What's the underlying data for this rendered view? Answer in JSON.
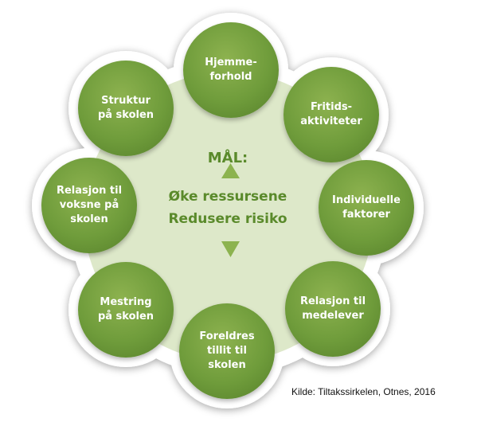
{
  "center": {
    "heading": "MÅL:",
    "line1": "Øke ressursene",
    "line2": "Redusere risiko"
  },
  "nodes": [
    {
      "id": "hjemmeforhold",
      "label": "Hjemme-\nforhold"
    },
    {
      "id": "fritidsaktiviteter",
      "label": "Fritids-\naktiviteter"
    },
    {
      "id": "individuelle-faktorer",
      "label": "Individuelle\nfaktorer"
    },
    {
      "id": "relasjon-medelever",
      "label": "Relasjon til\nmedelever"
    },
    {
      "id": "foreldres-tillit",
      "label": "Foreldres\ntillit til\nskolen"
    },
    {
      "id": "mestring",
      "label": "Mestring\npå skolen"
    },
    {
      "id": "relasjon-voksne",
      "label": "Relasjon til\nvoksne på\nskolen"
    },
    {
      "id": "struktur",
      "label": "Struktur\npå skolen"
    }
  ],
  "source": "Kilde: Tiltakssirkelen, Otnes, 2016",
  "colors": {
    "node_fill": "#6f9c3b",
    "center_disc": "#dde8c9",
    "outer_ring": "#ffffff",
    "accent_text": "#5a8a2b",
    "triangle": "#8cb34f"
  }
}
